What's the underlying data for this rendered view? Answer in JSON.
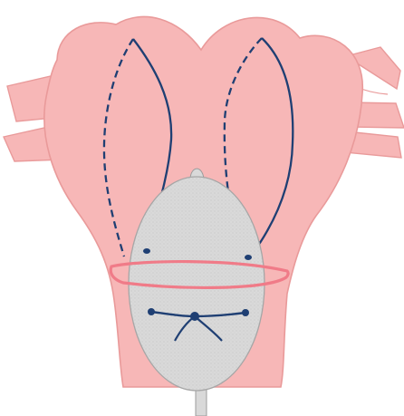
{
  "diagram": {
    "colors": {
      "background": "#ffffff",
      "tissue_fill": "#f7b7b7",
      "tissue_stroke": "#e99a9a",
      "device_fill": "#d9d9d9",
      "device_stroke": "#9c9c9c",
      "suture": "#1f3f73",
      "ring": "#f07b88"
    },
    "elements": [
      "uterus",
      "left-adnexa",
      "right-adnexa",
      "balloon-catheter",
      "left-suture",
      "right-suture",
      "cervical-ring",
      "transverse-suture"
    ]
  }
}
